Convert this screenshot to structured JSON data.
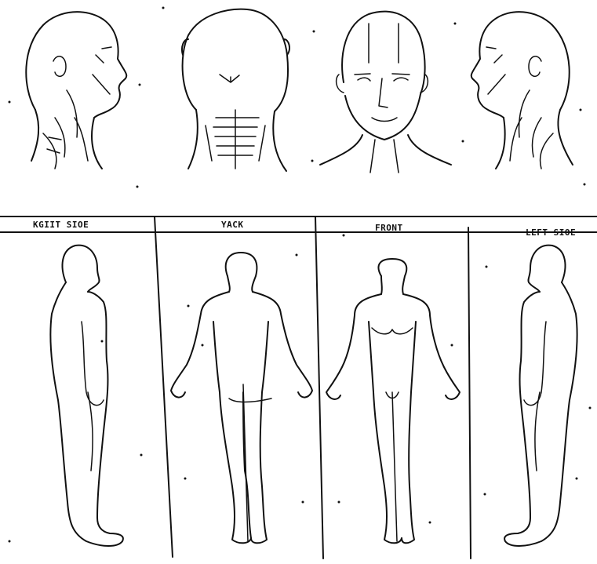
{
  "panels": {
    "right_side": {
      "label": "KGIIT SIOE"
    },
    "back": {
      "label": "YACK"
    },
    "front": {
      "label": "FRONT"
    },
    "left_side": {
      "label": "LEFT SIOE"
    }
  },
  "heads": [
    "right-profile-head",
    "back-head",
    "front-head",
    "left-profile-head"
  ],
  "colors": {
    "ink": "#111111",
    "paper": "#ffffff"
  }
}
